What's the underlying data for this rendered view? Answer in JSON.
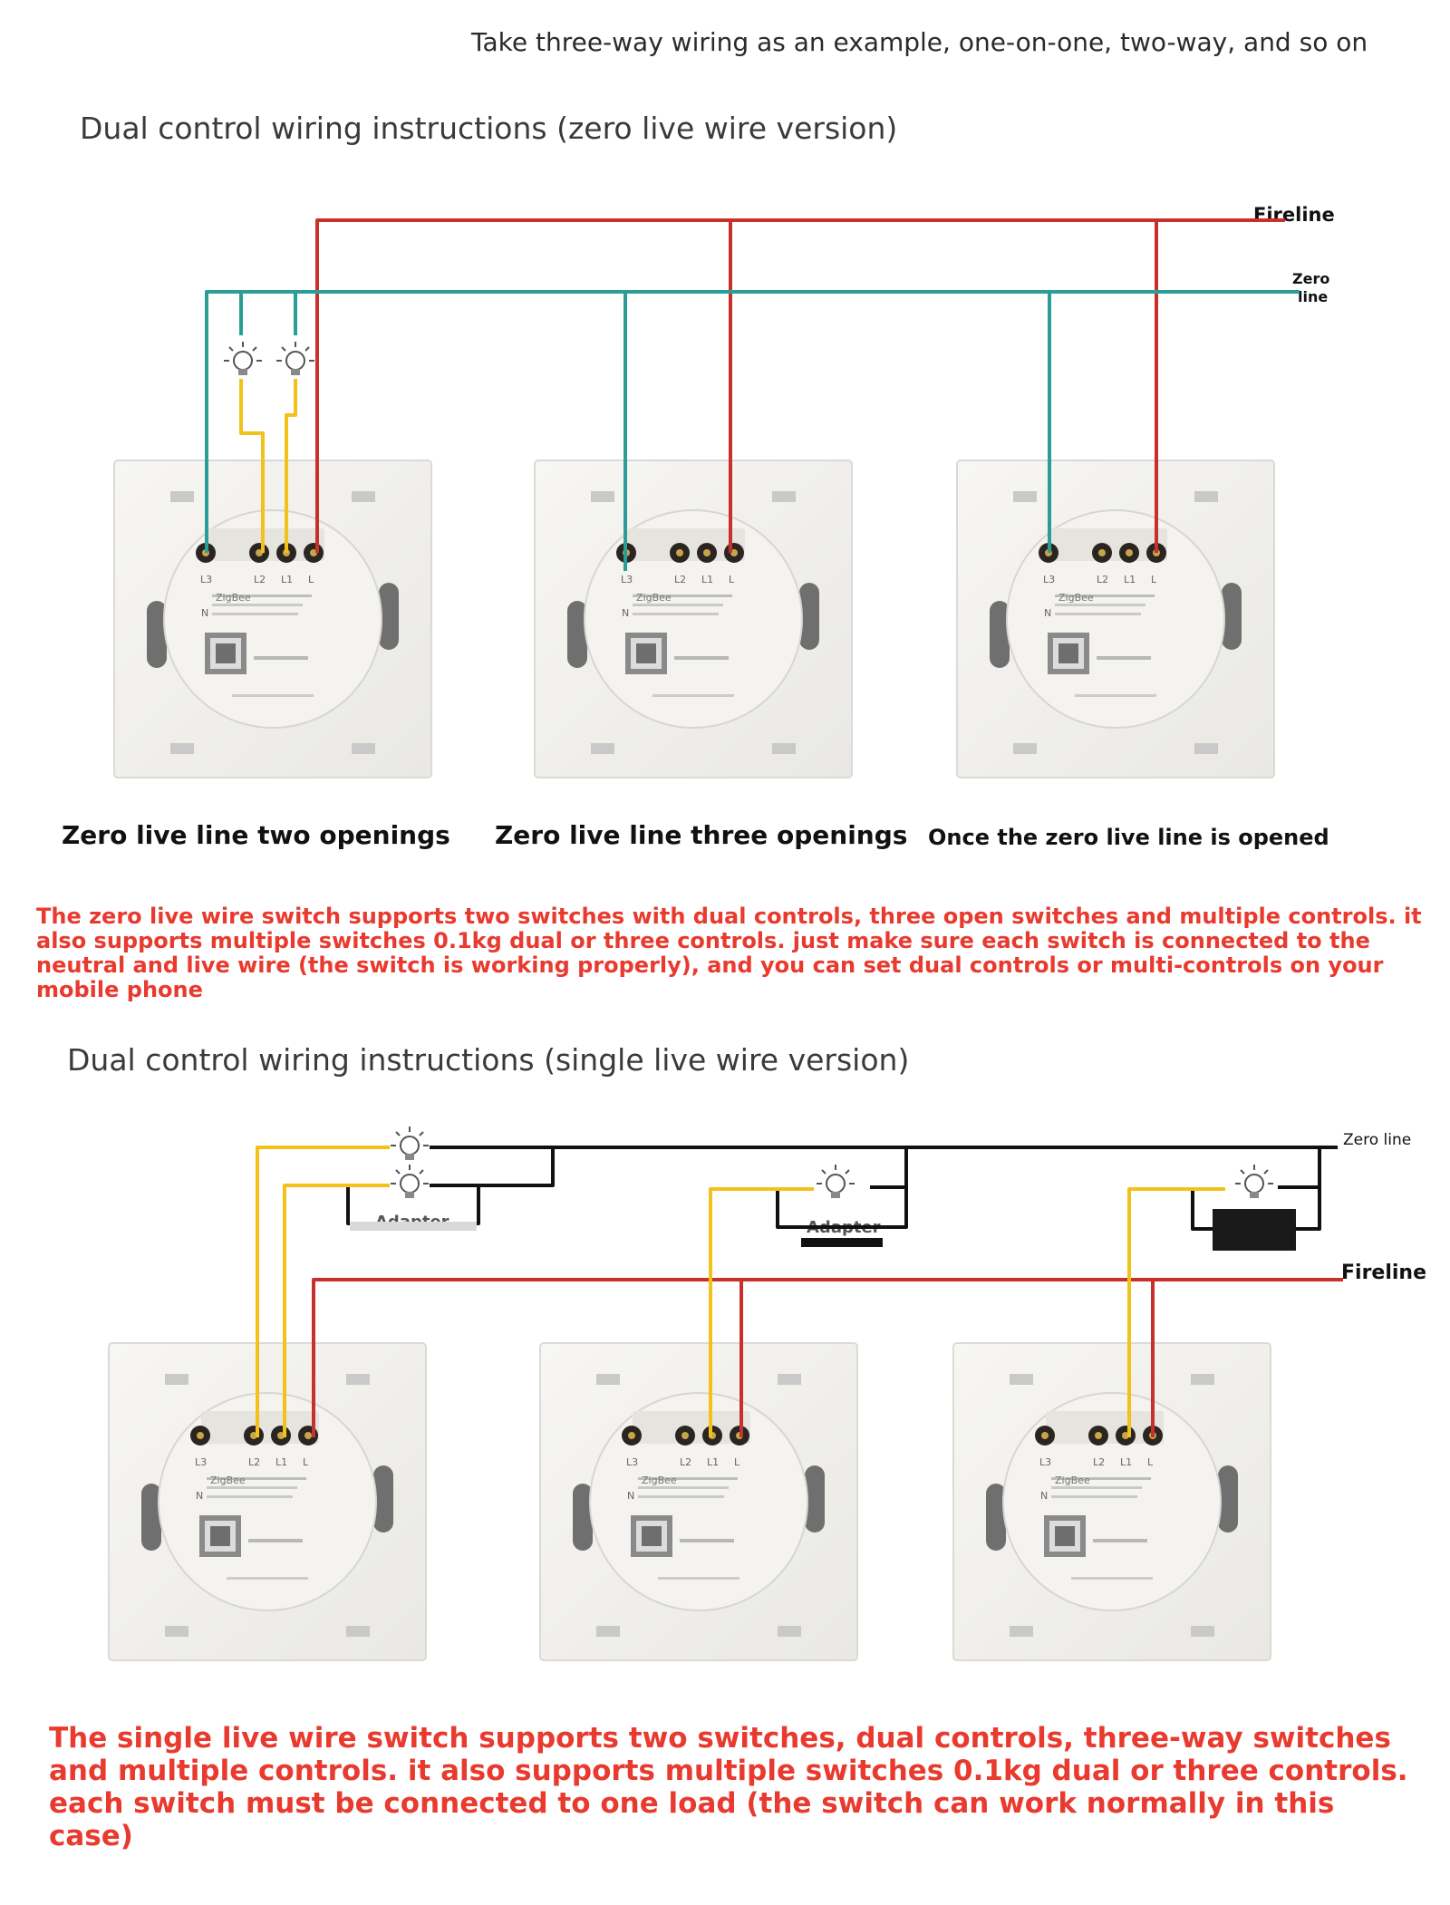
{
  "top_note": "Take three-way wiring as an example, one-on-one, two-way, and so on",
  "section1": {
    "title": "Dual control wiring instructions (zero live wire version)",
    "fireline_label": "Fireline",
    "zero_line_label_1": "Zero",
    "zero_line_label_2": "line",
    "captions": [
      "Zero live line two openings",
      "Zero live line three openings",
      "Once the zero live line is opened"
    ],
    "note": "The zero live wire switch supports two switches with dual controls, three open switches and multiple controls. it also supports multiple switches 0.1kg dual or three controls. just make sure each switch is connected to the neutral and live wire (the switch is working properly), and you can set dual controls or multi-controls on your mobile phone"
  },
  "section2": {
    "title": "Dual control wiring instructions (single live wire version)",
    "zero_line_label": "Zero line",
    "fireline_label": "Fireline",
    "adapter_label": "Adapter",
    "note": "The single live wire switch supports two switches, dual controls, three-way switches and multiple controls. it also supports multiple switches 0.1kg dual or three controls. each switch must be connected to one load (the switch can work normally in this case)"
  },
  "switch_terminal_labels": [
    "L3",
    "L2",
    "L1",
    "L"
  ],
  "switch_n_label": "N",
  "switch_brand": "ZigBee",
  "colors": {
    "fire": "#c8302a",
    "zero": "#2a9e96",
    "load": "#f2c21b",
    "black": "#111111",
    "red_text": "#e83a2e"
  }
}
